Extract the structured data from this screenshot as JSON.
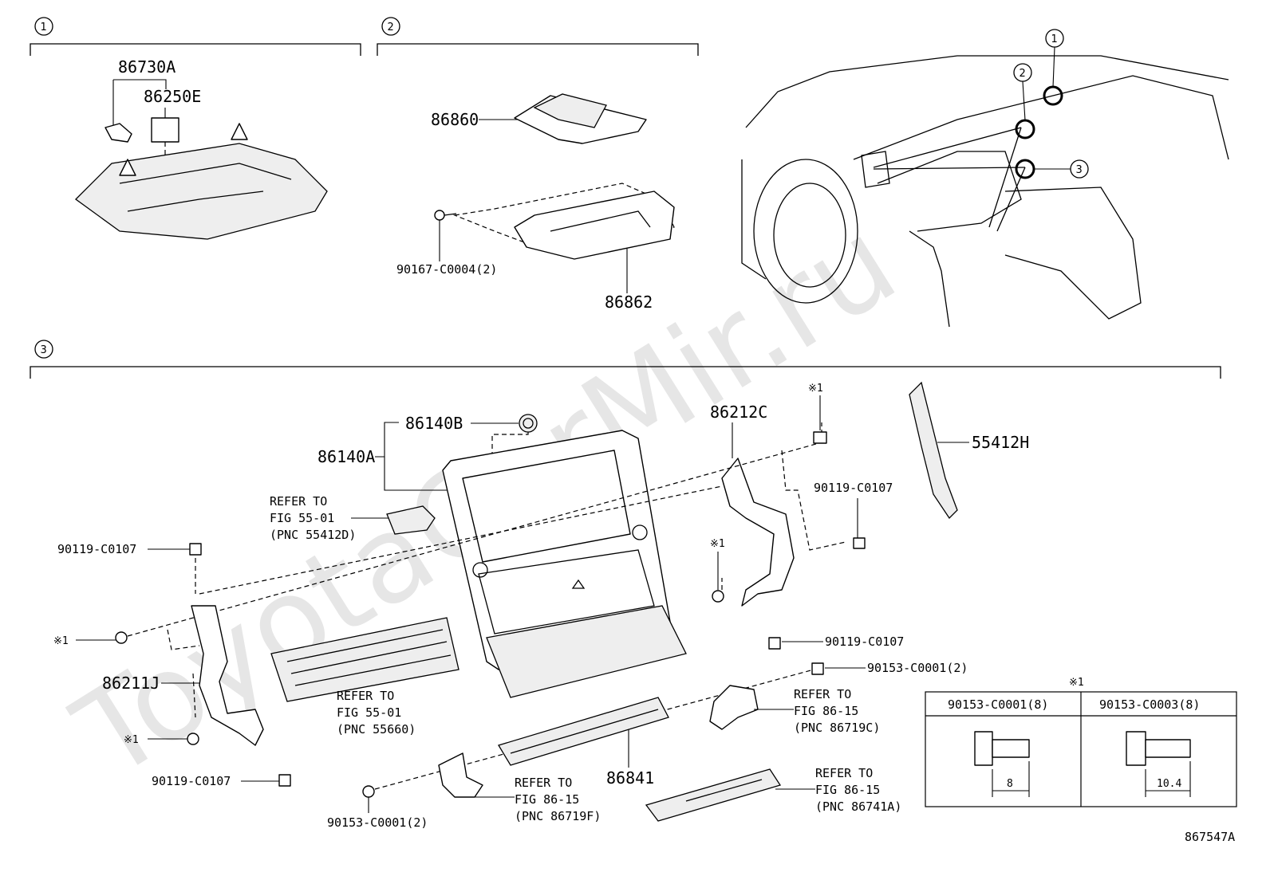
{
  "watermark": "ToyotaCarMir.ru",
  "sections": [
    {
      "id": "1",
      "label": "1"
    },
    {
      "id": "2",
      "label": "2"
    },
    {
      "id": "3",
      "label": "3"
    }
  ],
  "locator_markers": [
    "1",
    "2",
    "3"
  ],
  "section1_parts": {
    "p86730A": "86730A",
    "p86250E": "86250E"
  },
  "section2_parts": {
    "p86860": "86860",
    "p90167": "90167-C0004(2)",
    "p86862": "86862"
  },
  "section3_parts": {
    "p86140B": "86140B",
    "p86140A": "86140A",
    "p86212C": "86212C",
    "p55412H": "55412H",
    "p90119_top_right": "90119-C0107",
    "p90119_left_top": "90119-C0107",
    "p90119_mid_right": "90119-C0107",
    "p90119_left_bottom": "90119-C0107",
    "p86211J": "86211J",
    "p90153_right": "90153-C0001(2)",
    "p90153_bottom": "90153-C0001(2)",
    "p86841": "86841",
    "note_mark_1": "※1",
    "note_mark_2": "※1",
    "note_mark_3": "※1",
    "note_mark_4": "※1"
  },
  "refer_notes": [
    {
      "line1": "REFER TO",
      "line2": "FIG 55-01",
      "line3": "(PNC 55412D)"
    },
    {
      "line1": "REFER TO",
      "line2": "FIG 55-01",
      "line3": "(PNC 55660)"
    },
    {
      "line1": "REFER TO",
      "line2": "FIG 86-15",
      "line3": "(PNC 86719C)"
    },
    {
      "line1": "REFER TO",
      "line2": "FIG 86-15",
      "line3": "(PNC 86719F)"
    },
    {
      "line1": "REFER TO",
      "line2": "FIG 86-15",
      "line3": "(PNC 86741A)"
    }
  ],
  "fastener_table": {
    "note": "※1",
    "col1_header": "90153-C0001(8)",
    "col2_header": "90153-C0003(8)",
    "col1_dim": "8",
    "col2_dim": "10.4"
  },
  "figure_number": "867547A"
}
